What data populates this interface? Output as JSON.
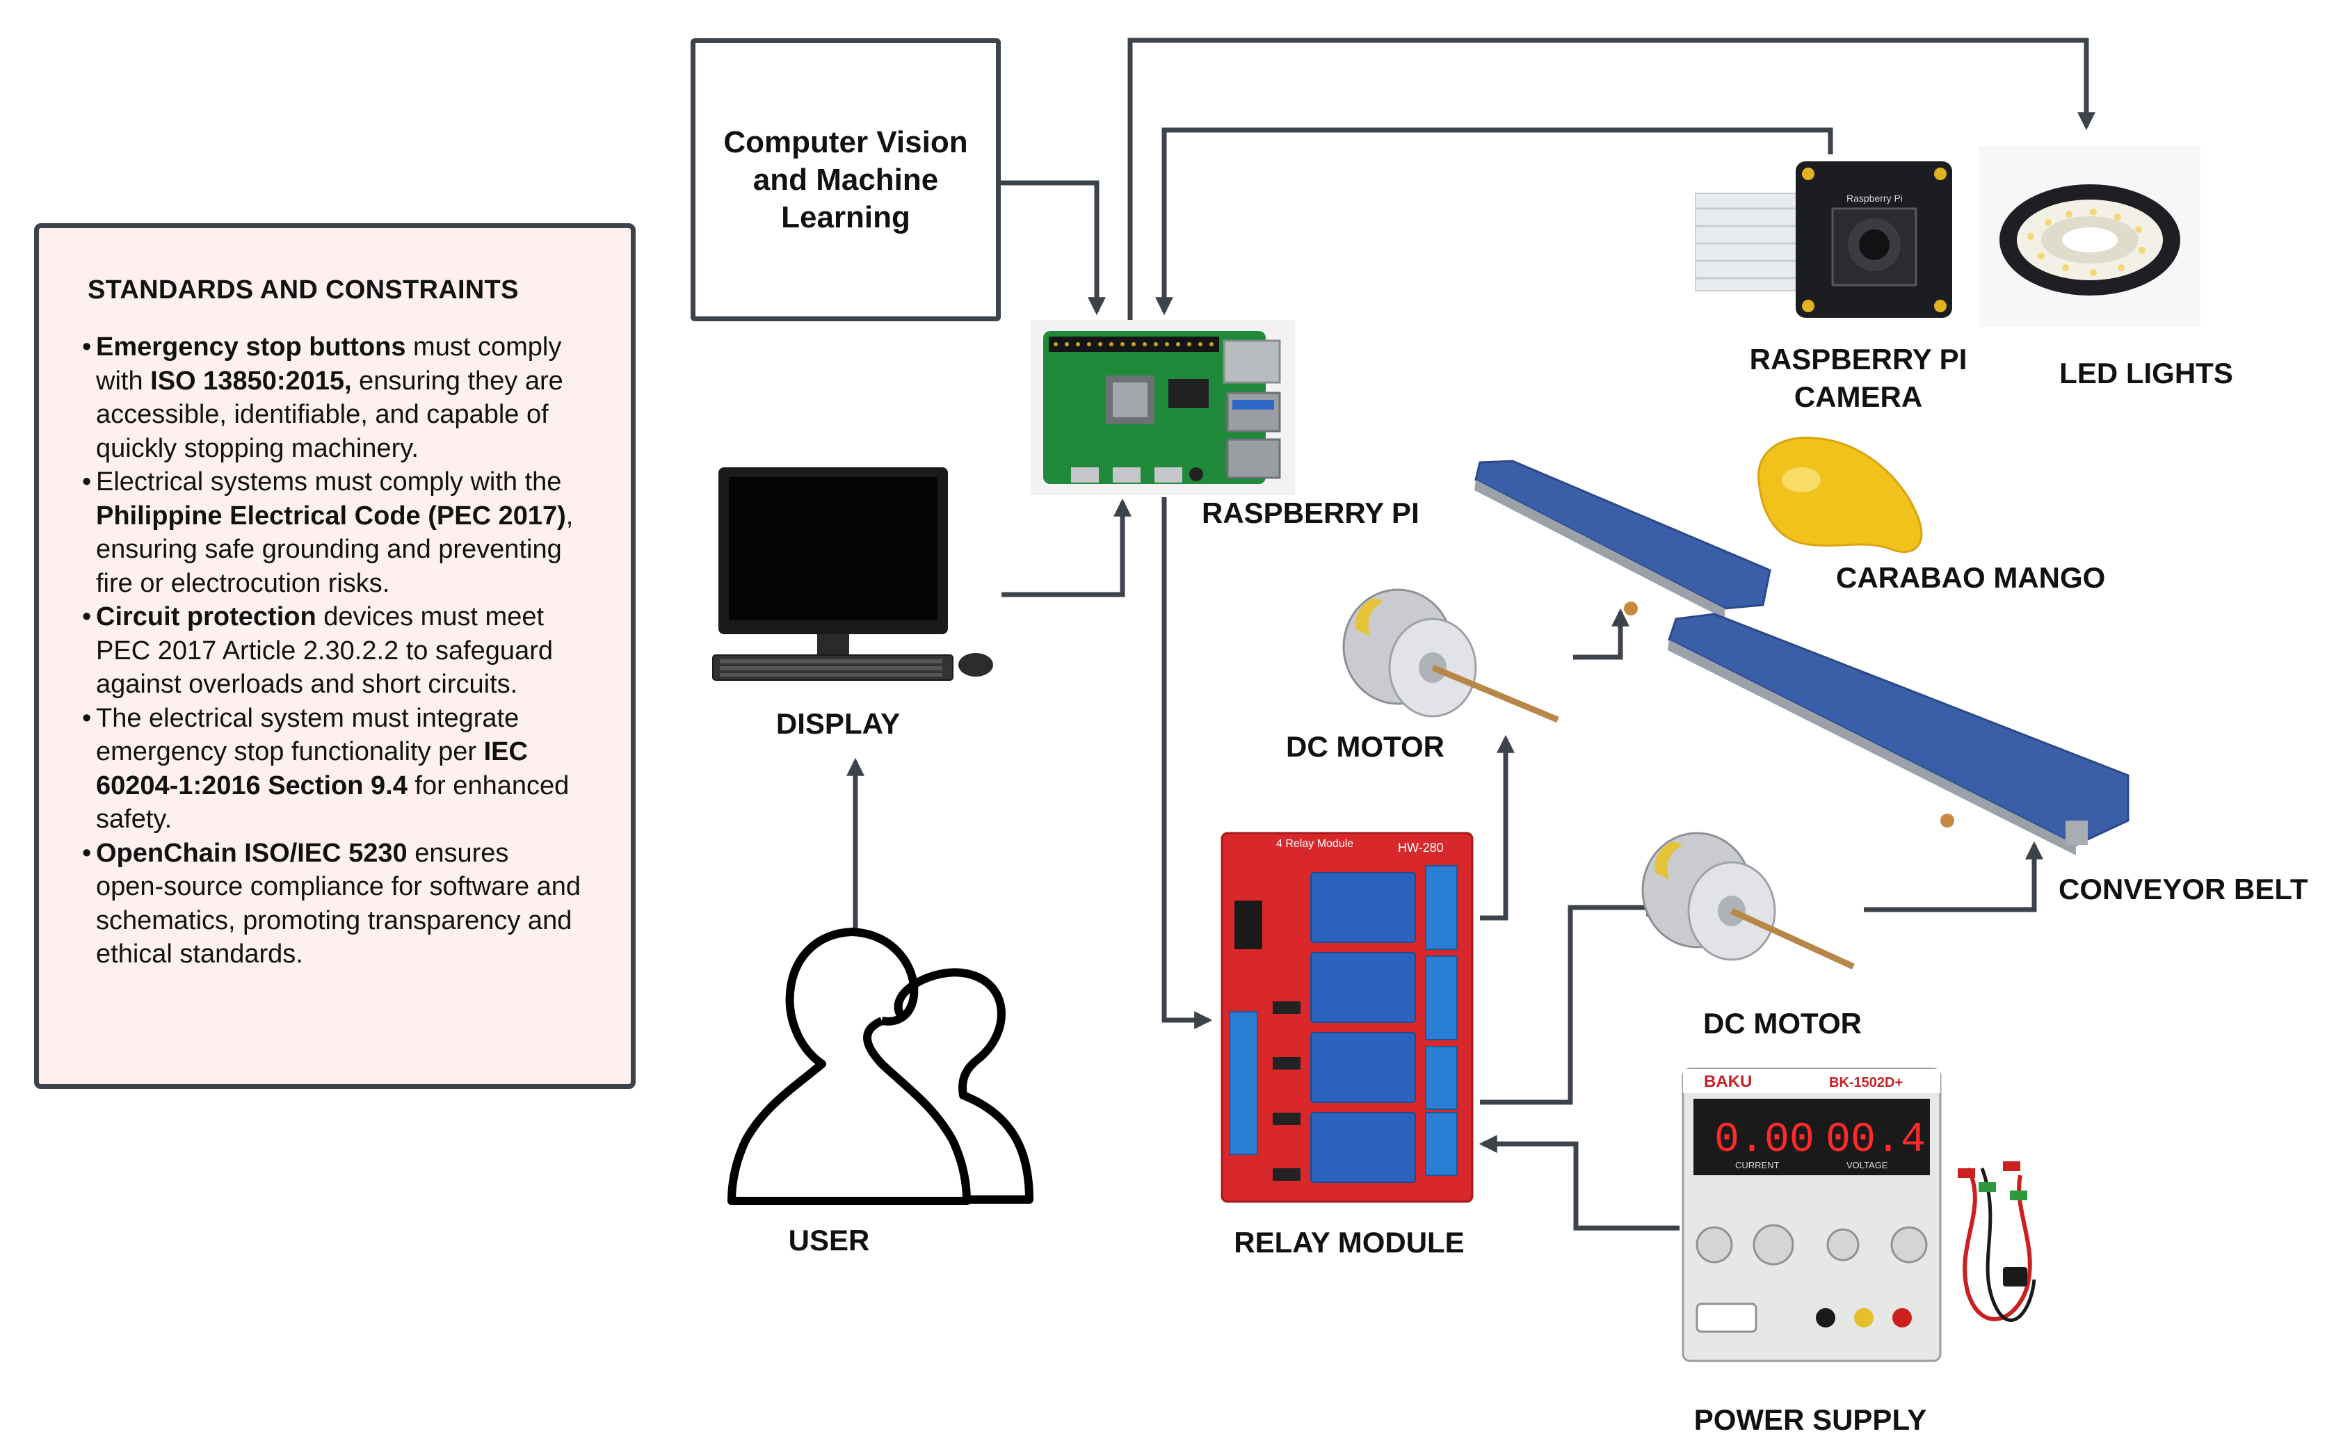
{
  "standards": {
    "title": "STANDARDS AND CONSTRAINTS",
    "items": [
      {
        "bold": "Emergency stop buttons",
        "text": " must comply with ",
        "bold2": "ISO 13850:2015,",
        "text2": " ensuring they are accessible, identifiable, and capable of quickly stopping machinery."
      },
      {
        "pre": "Electrical systems must comply with the ",
        "bold": "Philippine Electrical Code (PEC 2017)",
        "text": ", ensuring safe grounding and preventing fire or electrocution risks."
      },
      {
        "bold": "Circuit protection",
        "text": " devices must meet PEC 2017 Article 2.30.2.2 to safeguard against overloads and short circuits."
      },
      {
        "pre": "The electrical system must integrate emergency stop functionality per ",
        "bold": "IEC 60204-1:2016 Section 9.4",
        "text": " for enhanced safety."
      },
      {
        "bold": "OpenChain ISO/IEC 5230",
        "text": " ensures open-source compliance for software and schematics, promoting transparency and ethical standards."
      }
    ]
  },
  "nodes": {
    "cv_ml": "Computer Vision and Machine Learning",
    "raspberry_pi": "RASPBERRY PI",
    "camera_line1": "RASPBERRY PI",
    "camera_line2": "CAMERA",
    "led_lights": "LED LIGHTS",
    "display": "DISPLAY",
    "carabao_mango": "CARABAO MANGO",
    "dc_motor_1": "DC MOTOR",
    "dc_motor_2": "DC MOTOR",
    "conveyor_belt": "CONVEYOR BELT",
    "relay_module": "RELAY MODULE",
    "user": "USER",
    "power_supply": "POWER SUPPLY"
  },
  "device_text": {
    "relay_model": "HW-280",
    "relay_title": "4 Relay Module",
    "camera_brand": "Raspberry Pi",
    "psu_brand": "BAKU",
    "psu_model": "BK-1502D+",
    "psu_current": "0.00",
    "psu_voltage": "00.4",
    "psu_current_label": "CURRENT",
    "psu_voltage_label": "VOLTAGE"
  },
  "colors": {
    "arrow": "#3d434a",
    "panel_bg": "#fdf0ef",
    "relay_board": "#d8282c",
    "pi_board": "#1f8a3a",
    "belt": "#3a5fa8",
    "mango": "#f1c21b"
  }
}
